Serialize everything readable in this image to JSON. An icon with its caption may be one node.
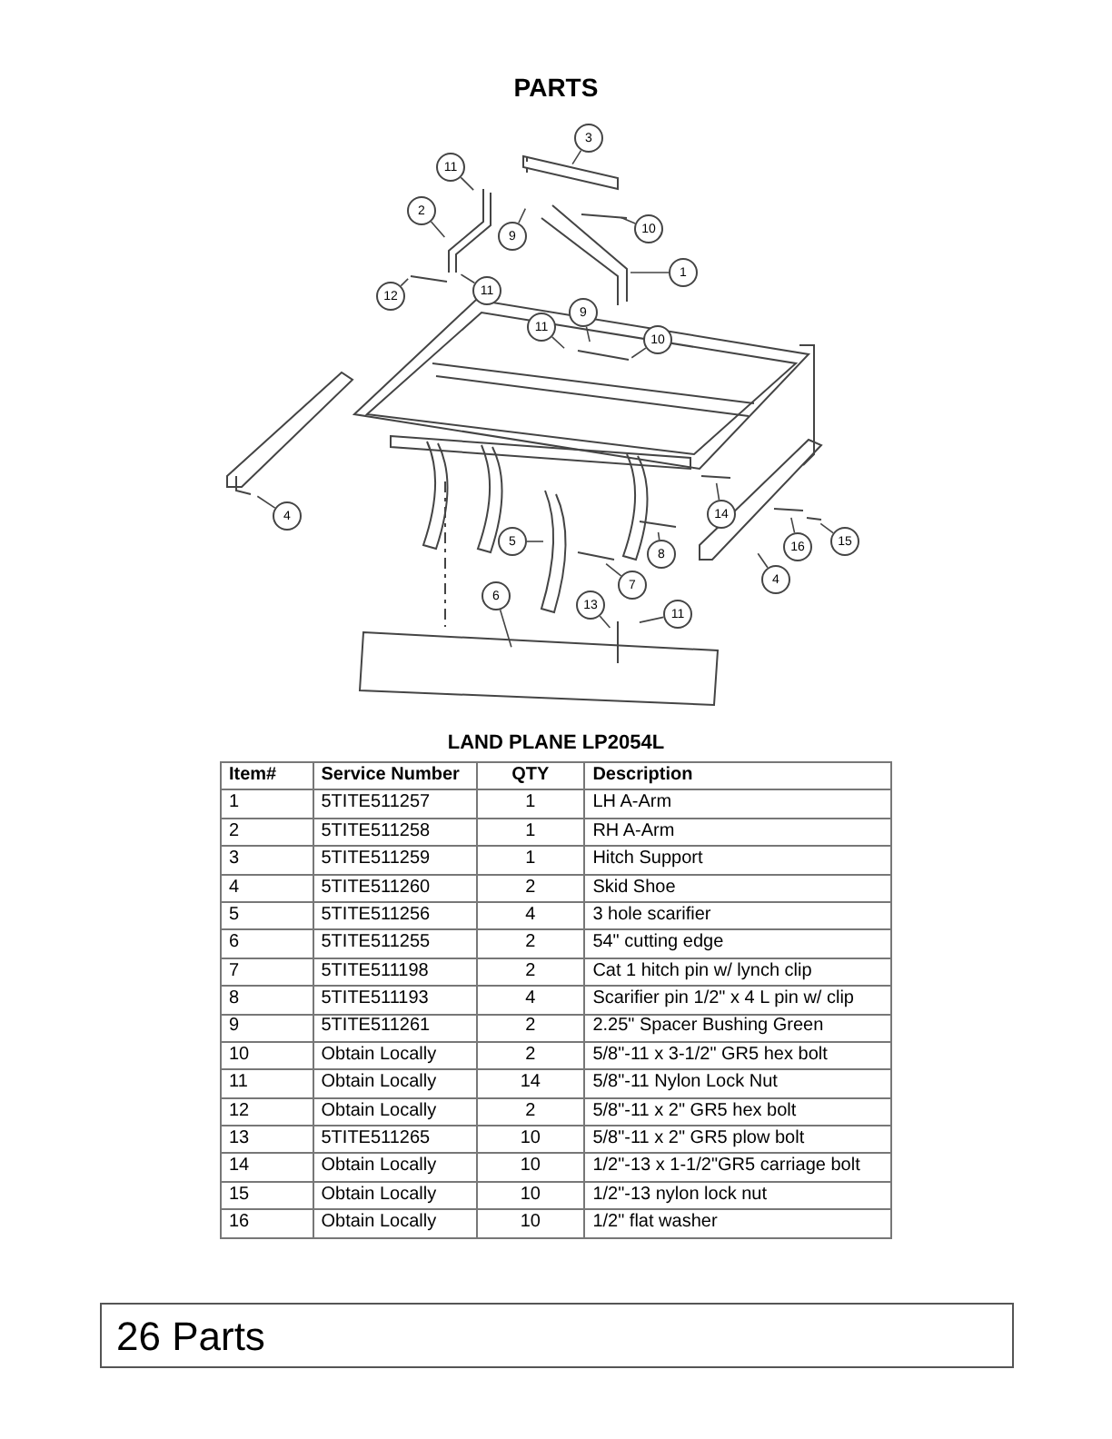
{
  "diagram": {
    "title": "PARTS",
    "nodes": [
      {
        "text": [
          "3"
        ]
      },
      {
        "text": [
          "11"
        ]
      },
      {
        "text": [
          "2"
        ]
      },
      {
        "text": [
          "10"
        ]
      },
      {
        "text": [
          "9"
        ]
      },
      {
        "text": [
          "1"
        ]
      },
      {
        "text": [
          "11"
        ]
      },
      {
        "text": [
          "12"
        ]
      },
      {
        "text": [
          "9"
        ]
      },
      {
        "text": [
          "11"
        ]
      },
      {
        "text": [
          "10"
        ]
      },
      {
        "text": [
          "14"
        ]
      },
      {
        "text": [
          "4"
        ]
      },
      {
        "text": [
          "5"
        ]
      },
      {
        "text": [
          "15"
        ]
      },
      {
        "text": [
          "16"
        ]
      },
      {
        "text": [
          "8"
        ]
      },
      {
        "text": [
          "4"
        ]
      },
      {
        "text": [
          "7"
        ]
      },
      {
        "text": [
          "6"
        ]
      },
      {
        "text": [
          "13"
        ]
      },
      {
        "text": [
          "11"
        ]
      },
      {
        "text": [
          "26 Parts"
        ]
      }
    ],
    "edges": [
      {
        "from": 0,
        "to": null,
        "arrow": "none"
      },
      {
        "from": 1,
        "to": null,
        "arrow": "none"
      },
      {
        "from": 2,
        "to": null,
        "arrow": "none"
      },
      {
        "from": 3,
        "to": null,
        "arrow": "none"
      },
      {
        "from": 4,
        "to": null,
        "arrow": "none"
      },
      {
        "from": 5,
        "to": null,
        "arrow": "none"
      },
      {
        "from": 6,
        "to": null,
        "arrow": "none"
      },
      {
        "from": 7,
        "to": null,
        "arrow": "none"
      },
      {
        "from": 8,
        "to": null,
        "arrow": "none"
      },
      {
        "from": 9,
        "to": null,
        "arrow": "none"
      },
      {
        "from": 10,
        "to": null,
        "arrow": "none"
      },
      {
        "from": 11,
        "to": null,
        "arrow": "none"
      },
      {
        "from": 12,
        "to": null,
        "arrow": "none"
      },
      {
        "from": 13,
        "to": null,
        "arrow": "none"
      },
      {
        "from": 14,
        "to": null,
        "arrow": "none"
      },
      {
        "from": 15,
        "to": null,
        "arrow": "none"
      },
      {
        "from": 16,
        "to": null,
        "arrow": "none"
      },
      {
        "from": 17,
        "to": null,
        "arrow": "none"
      },
      {
        "from": 18,
        "to": null,
        "arrow": "none"
      },
      {
        "from": 19,
        "to": null,
        "arrow": "none"
      },
      {
        "from": 20,
        "to": null,
        "arrow": "none"
      },
      {
        "from": 21,
        "to": null,
        "arrow": "none"
      }
    ],
    "labels": [
      "LAND PLANE LP2054L",
      "Item#",
      "Service Number",
      "QTY",
      "Description",
      "1",
      "5TITE511257",
      "1",
      "LH A-Arm",
      "2",
      "5TITE511258",
      "1",
      "RH A-Arm",
      "3",
      "5TITE511259",
      "1",
      "Hitch Support",
      "4",
      "5TITE511260",
      "2",
      "Skid Shoe",
      "5",
      "5TITE511256",
      "4",
      "3 hole scarifier",
      "6",
      "5TITE511255",
      "2",
      "54\" cutting edge",
      "7",
      "5TITE511198",
      "2",
      "Cat 1 hitch pin w/ lynch clip",
      "8",
      "5TITE511193",
      "4",
      "Scarifier pin 1/2\" x 4 L pin w/ clip",
      "9",
      "5TITE511261",
      "2",
      "2.25\" Spacer Bushing Green",
      "10",
      "Obtain Locally",
      "2",
      "5/8\"-11 x 3-1/2\" GR5 hex bolt",
      "11",
      "Obtain Locally",
      "14",
      "5/8\"-11 Nylon Lock Nut",
      "12",
      "Obtain Locally",
      "2",
      "5/8\"-11 x 2\" GR5 hex bolt",
      "13",
      "5TITE511265",
      "10",
      "5/8\"-11 x 2\" GR5 plow bolt",
      "14",
      "Obtain Locally",
      "10",
      "1/2\"-13 x 1-1/2\"GR5 carriage bolt",
      "15",
      "Obtain Locally",
      "10",
      "1/2\"-13 nylon lock nut",
      "16",
      "Obtain Locally",
      "10",
      "1/2\" flat washer"
    ]
  }
}
